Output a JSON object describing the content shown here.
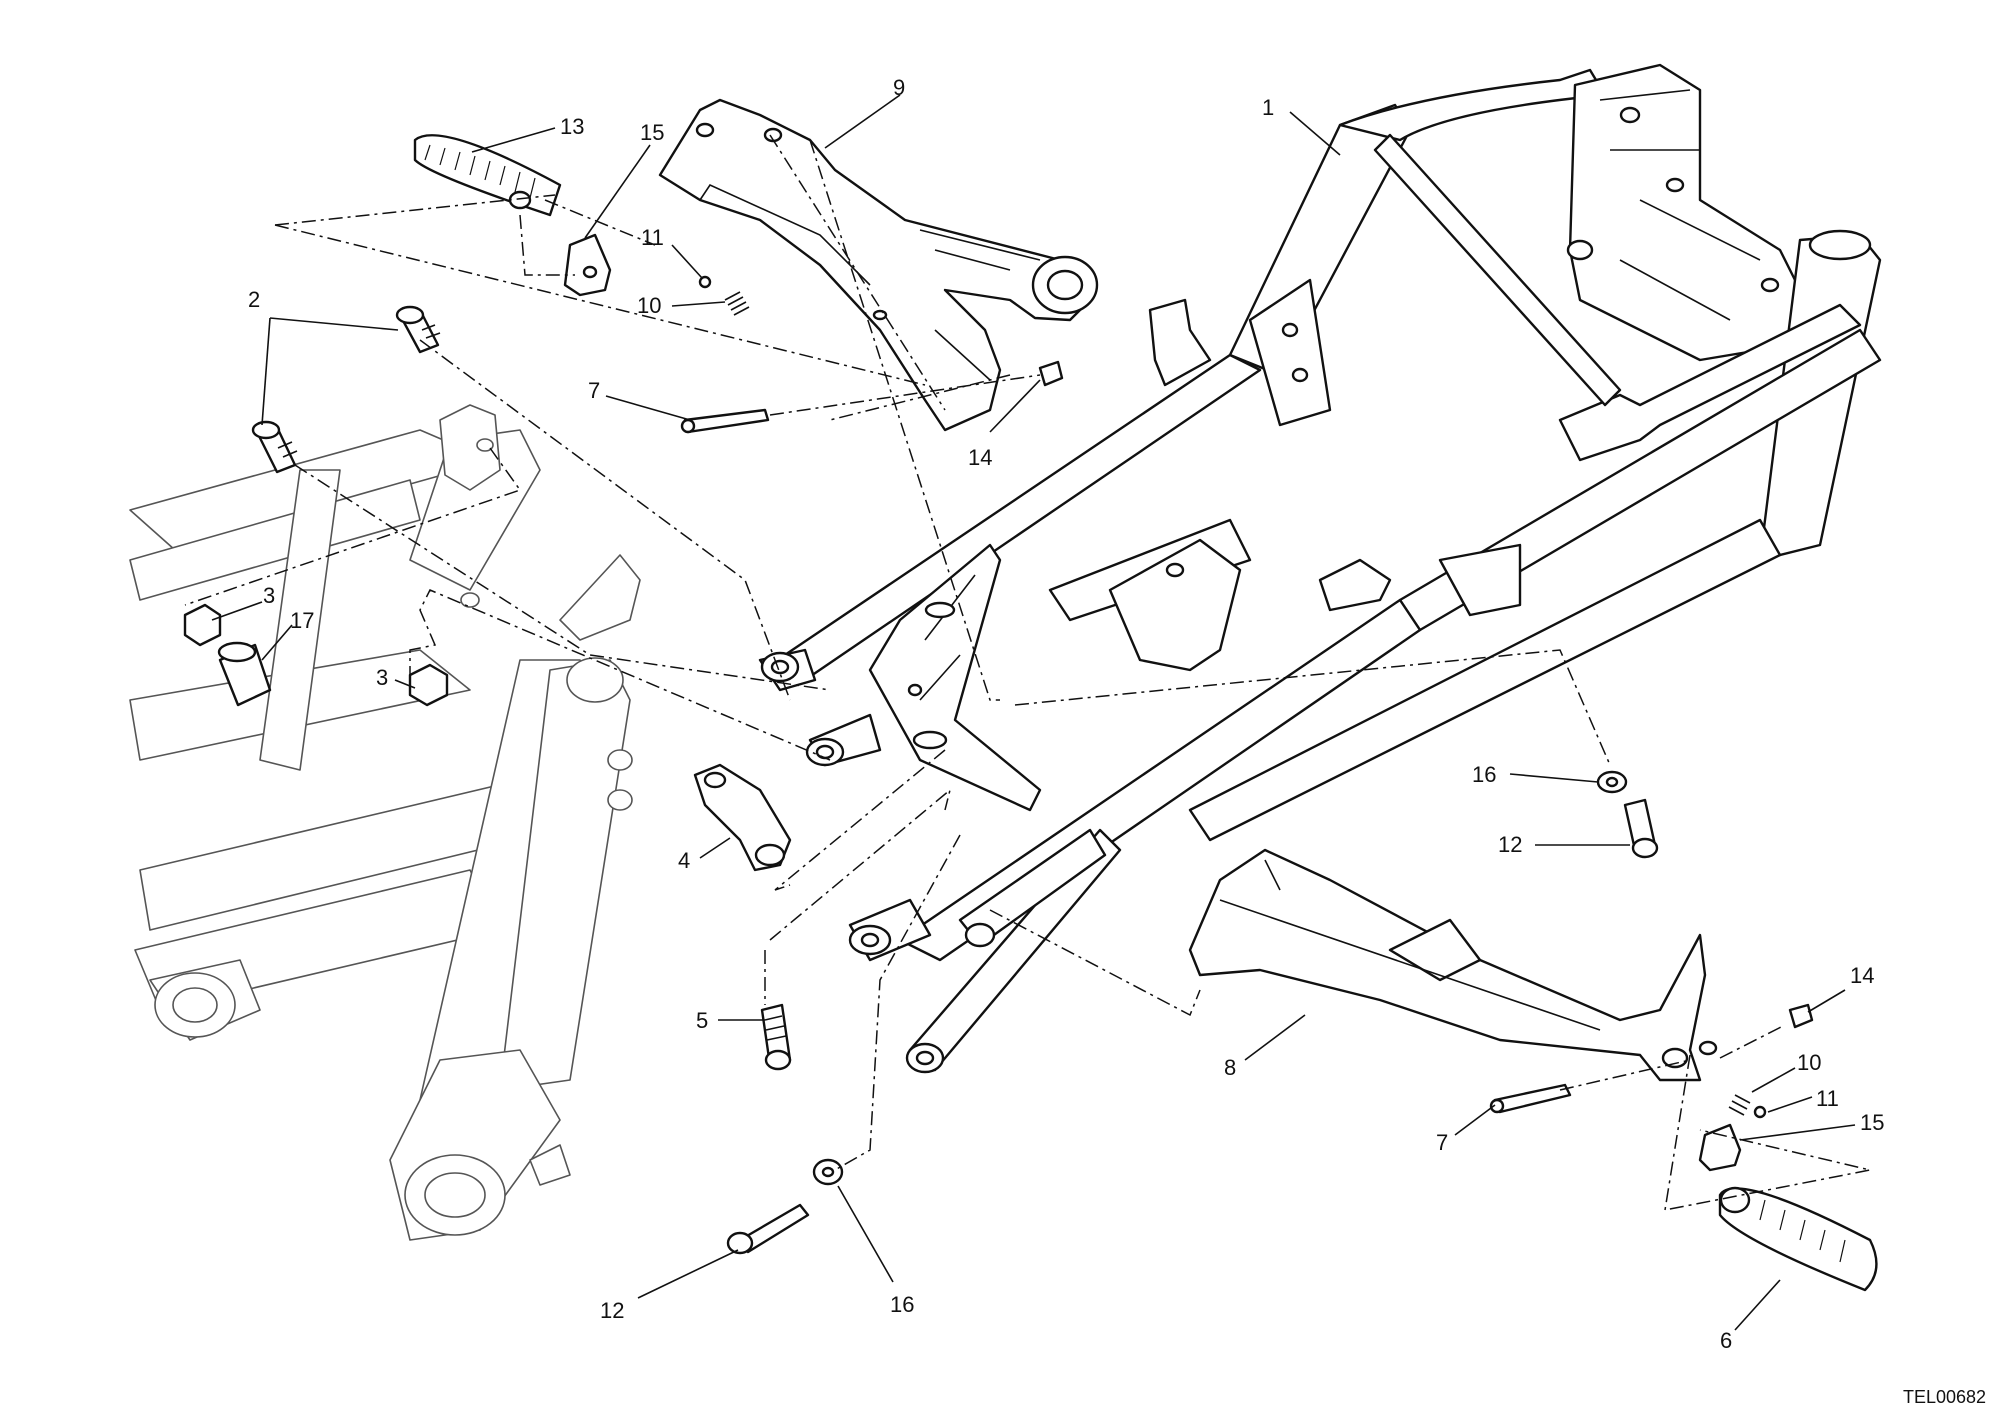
{
  "drawing_ref": "TEL00682",
  "callouts": [
    {
      "id": "1",
      "label": "1"
    },
    {
      "id": "2",
      "label": "2"
    },
    {
      "id": "3a",
      "label": "3"
    },
    {
      "id": "3b",
      "label": "3"
    },
    {
      "id": "4",
      "label": "4"
    },
    {
      "id": "5",
      "label": "5"
    },
    {
      "id": "6",
      "label": "6"
    },
    {
      "id": "7a",
      "label": "7"
    },
    {
      "id": "7b",
      "label": "7"
    },
    {
      "id": "8",
      "label": "8"
    },
    {
      "id": "9",
      "label": "9"
    },
    {
      "id": "10a",
      "label": "10"
    },
    {
      "id": "10b",
      "label": "10"
    },
    {
      "id": "11a",
      "label": "11"
    },
    {
      "id": "11b",
      "label": "11"
    },
    {
      "id": "12a",
      "label": "12"
    },
    {
      "id": "12b",
      "label": "12"
    },
    {
      "id": "13",
      "label": "13"
    },
    {
      "id": "14a",
      "label": "14"
    },
    {
      "id": "14b",
      "label": "14"
    },
    {
      "id": "15a",
      "label": "15"
    },
    {
      "id": "15b",
      "label": "15"
    },
    {
      "id": "16a",
      "label": "16"
    },
    {
      "id": "16b",
      "label": "16"
    },
    {
      "id": "17",
      "label": "17"
    }
  ]
}
